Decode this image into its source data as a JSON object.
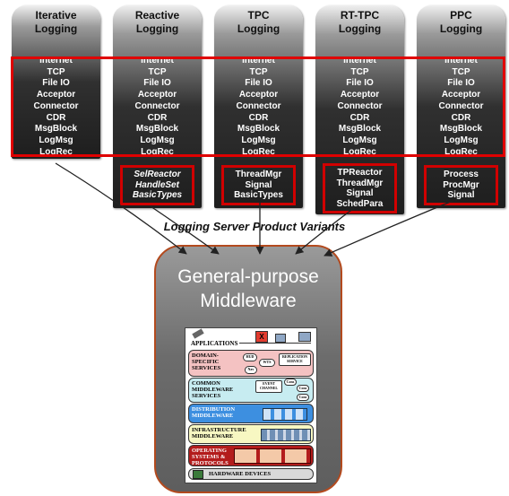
{
  "columns": [
    {
      "title": "Iterative\nLogging",
      "components": [
        "Internet",
        "TCP",
        "File IO",
        "Acceptor",
        "Connector",
        "CDR",
        "MsgBlock",
        "LogMsg",
        "LogRec"
      ],
      "extras": [],
      "extras_italic": false
    },
    {
      "title": "Reactive\nLogging",
      "components": [
        "Internet",
        "TCP",
        "File IO",
        "Acceptor",
        "Connector",
        "CDR",
        "MsgBlock",
        "LogMsg",
        "LogRec"
      ],
      "extras": [
        "SelReactor",
        "HandleSet",
        "BasicTypes"
      ],
      "extras_italic": true
    },
    {
      "title": "TPC\nLogging",
      "components": [
        "Internet",
        "TCP",
        "File IO",
        "Acceptor",
        "Connector",
        "CDR",
        "MsgBlock",
        "LogMsg",
        "LogRec"
      ],
      "extras": [
        "ThreadMgr",
        "Signal",
        "BasicTypes"
      ],
      "extras_italic": false
    },
    {
      "title": "RT-TPC\nLogging",
      "components": [
        "Internet",
        "TCP",
        "File IO",
        "Acceptor",
        "Connector",
        "CDR",
        "MsgBlock",
        "LogMsg",
        "LogRec"
      ],
      "extras": [
        "TPReactor",
        "ThreadMgr",
        "Signal",
        "SchedPara"
      ],
      "extras_italic": false
    },
    {
      "title": "PPC\nLogging",
      "components": [
        "Internet",
        "TCP",
        "File IO",
        "Acceptor",
        "Connector",
        "CDR",
        "MsgBlock",
        "LogMsg",
        "LogRec"
      ],
      "extras": [
        "Process",
        "ProcMgr",
        "Signal"
      ],
      "extras_italic": false
    }
  ],
  "subtitle": "Logging Server Product Variants",
  "middleware": {
    "title": "General-purpose\nMiddleware",
    "layers": [
      {
        "label": "APPLICATIONS"
      },
      {
        "label": "DOMAIN-\nSPECIFIC\nSERVICES"
      },
      {
        "label": "COMMON\nMIDDLEWARE\nSERVICES"
      },
      {
        "label": "DISTRIBUTION\nMIDDLEWARE"
      },
      {
        "label": "INFRASTRUCTURE\nMIDDLEWARE"
      },
      {
        "label": "OPERATING\nSYSTEMS &\nPROTOCOLS"
      },
      {
        "label": "HARDWARE DEVICES"
      }
    ],
    "tags": {
      "hud": "HUD",
      "wts": "WTS",
      "nav": "Nav",
      "replication": "REPLICATION\nSERVICE",
      "event": "EVENT\nCHANNEL",
      "cons": "Cons",
      "x": "X"
    }
  },
  "colors": {
    "highlight": "#d10000",
    "arrow": "#222222",
    "middleware_border": "#b34a1e"
  }
}
